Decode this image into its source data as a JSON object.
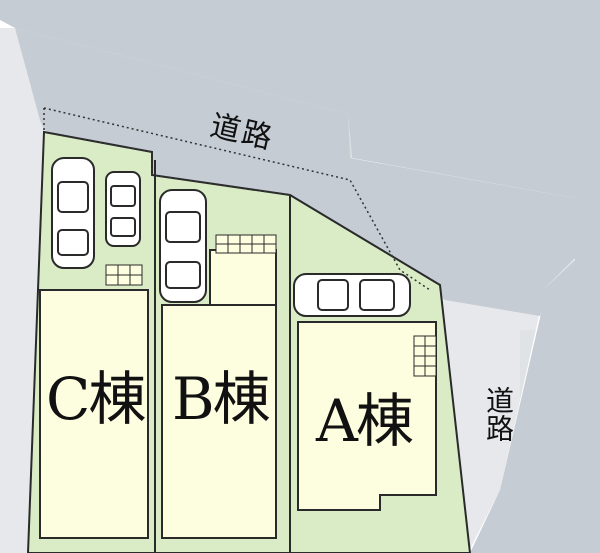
{
  "site_plan": {
    "road_top_label": "道路",
    "road_right_label": "道路",
    "lots": [
      {
        "id": "C",
        "label": "C棟"
      },
      {
        "id": "B",
        "label": "B棟"
      },
      {
        "id": "A",
        "label": "A棟"
      }
    ],
    "colors": {
      "road": "#c5ccd4",
      "lot_green": "#d9ecc6",
      "building": "#fdfde0",
      "outline": "#2a2a2a",
      "background": "#dfe2e5"
    }
  }
}
